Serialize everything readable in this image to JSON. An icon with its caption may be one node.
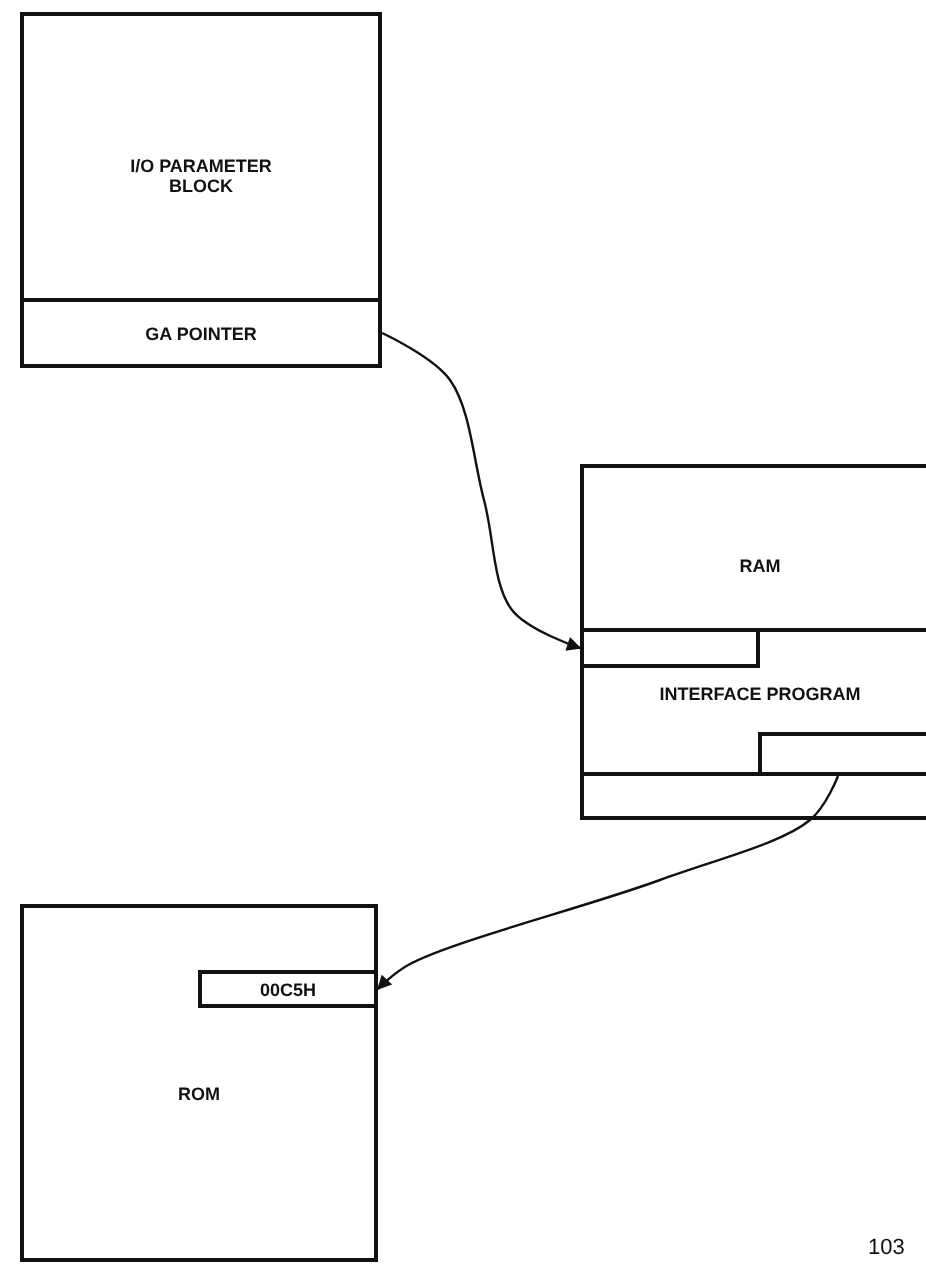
{
  "diagram": {
    "nodes": [
      {
        "text": [
          "I/O PARAMETER BLOCK"
        ]
      },
      {
        "text": [
          "GA POINTER"
        ],
        "in": 0
      },
      {
        "text": [
          "RAM"
        ]
      },
      {
        "text": [
          "INTERFACE PROGRAM"
        ],
        "in": 2
      },
      {
        "text": [],
        "shape": "box",
        "in": 3
      },
      {
        "text": [],
        "shape": "box",
        "in": 3
      },
      {
        "text": [
          "ROM"
        ]
      },
      {
        "text": [
          "00C5H"
        ],
        "in": 6
      }
    ],
    "edges": [
      {
        "from": 1,
        "to": 4,
        "arrow": "to"
      },
      {
        "from": 5,
        "to": 7,
        "arrow": "to"
      }
    ],
    "labels": [
      "103"
    ]
  }
}
